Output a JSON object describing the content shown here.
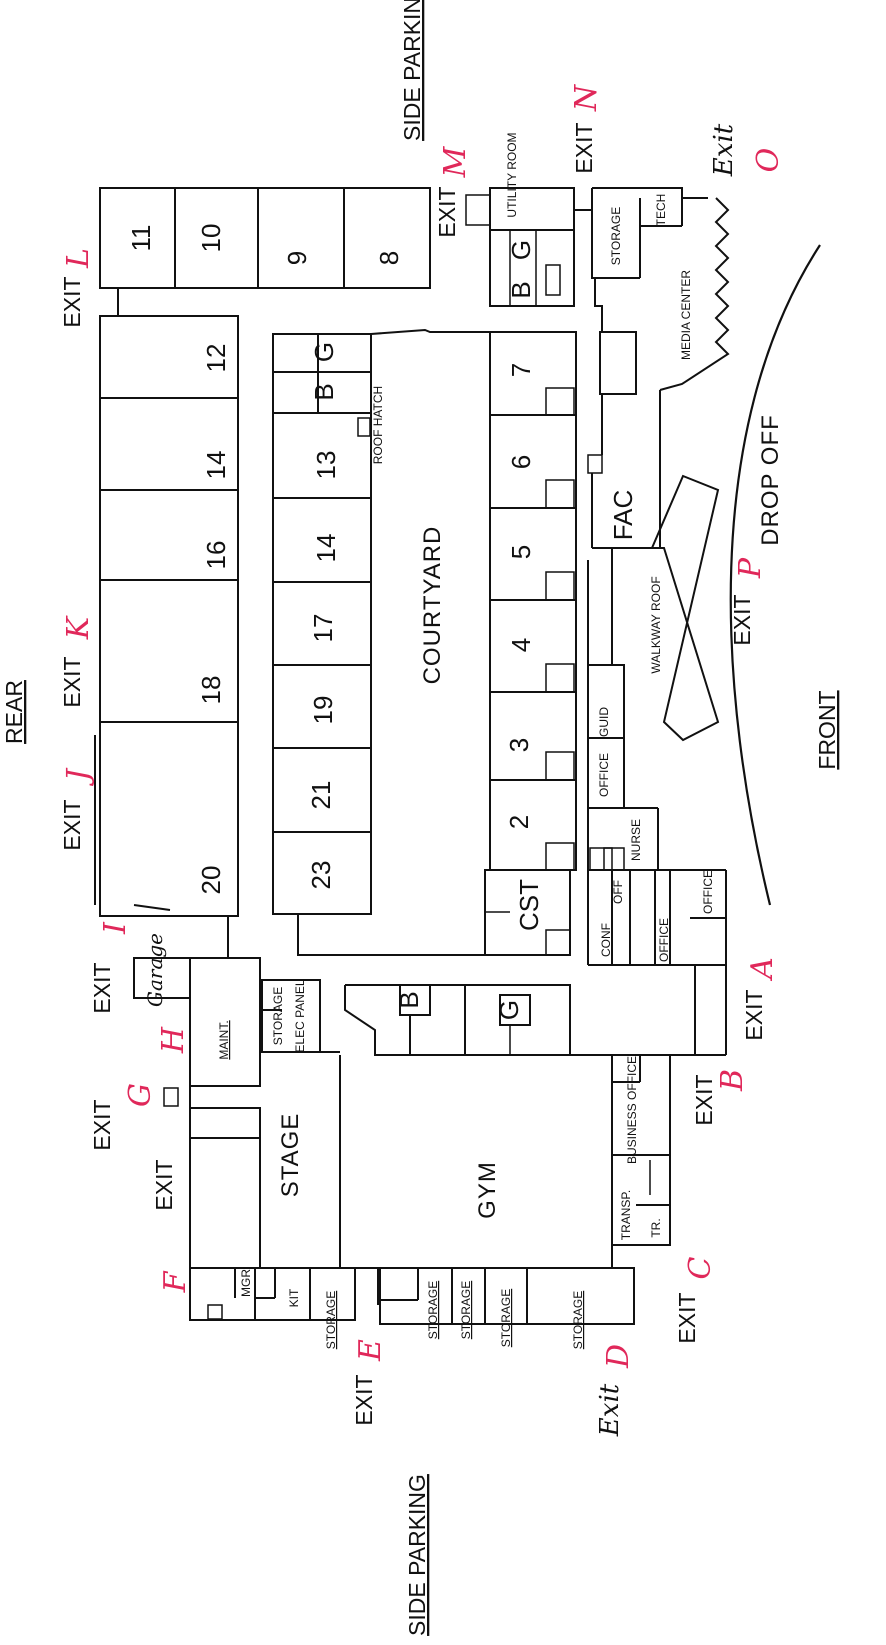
{
  "colors": {
    "line": "#111111",
    "exit_letters": "#e0285a",
    "background": "#ffffff"
  },
  "orientation_labels": {
    "rear": "REAR",
    "front": "FRONT",
    "side_parking_top": "SIDE PARKING",
    "side_parking_bottom": "SIDE PARKING",
    "drop_off": "DROP OFF"
  },
  "exit_word": "EXIT",
  "exit_word_hand": "Exit",
  "exit_letters": [
    "A",
    "B",
    "C",
    "D",
    "E",
    "F",
    "G",
    "H",
    "I",
    "J",
    "K",
    "L",
    "M",
    "N",
    "O",
    "P"
  ],
  "areas": {
    "courtyard": "COURTYARD",
    "gym": "GYM",
    "stage": "STAGE",
    "media_center": "MEDIA CENTER",
    "walkway_roof": "WALKWAY ROOF",
    "roof_hatch": "ROOF HATCH"
  },
  "rooms": {
    "r11": "11",
    "r10": "10",
    "r9": "9",
    "r8": "8",
    "r12": "12",
    "r14a": "14",
    "r16": "16",
    "r18": "18",
    "r20": "20",
    "r13": "13",
    "r14b": "14",
    "r17": "17",
    "r19": "19",
    "r21": "21",
    "r23": "23",
    "r7": "7",
    "r6": "6",
    "r5": "5",
    "r4": "4",
    "r3": "3",
    "r2": "2",
    "cst": "CST",
    "fac": "FAC",
    "b": "B",
    "g": "G"
  },
  "small_rooms": {
    "utility": "UTILITY ROOM",
    "storage": "STORAGE",
    "tech": "TECH",
    "office": "OFFICE",
    "guid": "GUID",
    "nurse": "NURSE",
    "off": "OFF",
    "conf": "CONF",
    "business_office": "BUSINESS OFFICE",
    "transp": "TRANSP.",
    "tr": "TR.",
    "maint": "MAINT.",
    "elec_panel": "ELEC PANEL",
    "garage": "Garage",
    "mgr": "MGR",
    "kit": "KIT"
  }
}
